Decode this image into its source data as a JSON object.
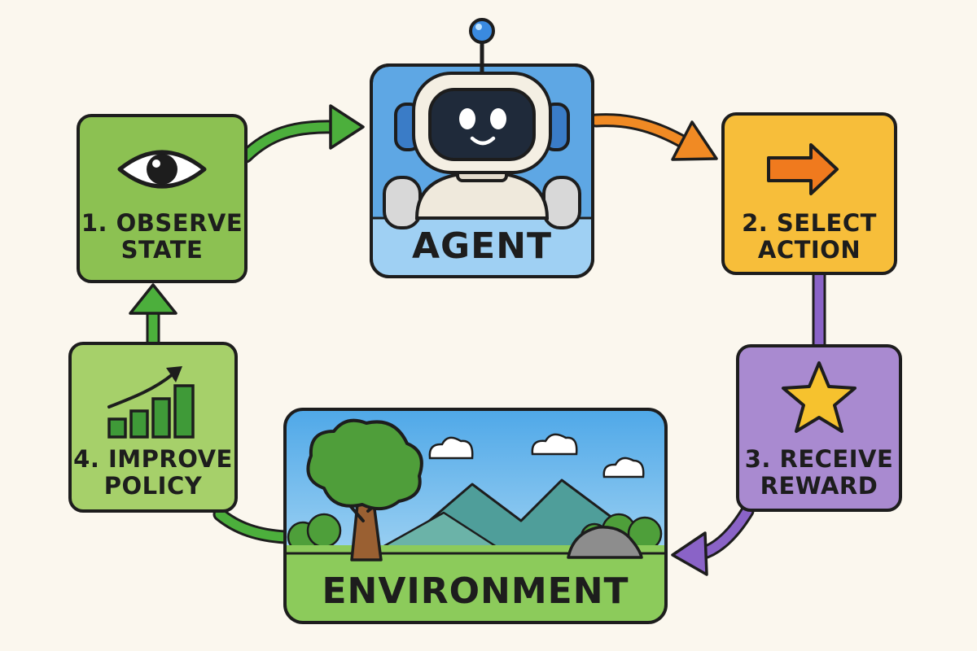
{
  "nodes": {
    "agent": {
      "label": "AGENT",
      "color": "#5ea7e4",
      "band_color": "#9fd0f3"
    },
    "observe": {
      "line1": "1. OBSERVE",
      "line2": "STATE",
      "color": "#8cc152",
      "icon": "eye-icon"
    },
    "select": {
      "line1": "2. SELECT",
      "line2": "ACTION",
      "color": "#f7be3a",
      "icon": "arrow-right-icon"
    },
    "reward": {
      "line1": "3. RECEIVE",
      "line2": "REWARD",
      "color": "#a98ad0",
      "icon": "star-icon"
    },
    "improve": {
      "line1": "4. IMPROVE",
      "line2": "POLICY",
      "color": "#a6d06a",
      "icon": "bar-chart-trend-icon"
    },
    "environment": {
      "label": "ENVIRONMENT",
      "color": "#8ccb5b"
    }
  },
  "arrows": {
    "observe_to_agent": "#4caf3c",
    "agent_to_select": "#f08a24",
    "select_to_reward": "#8a63c7",
    "reward_to_environment": "#8a63c7",
    "environment_to_improve": "#4caf3c",
    "improve_to_observe": "#4caf3c"
  }
}
